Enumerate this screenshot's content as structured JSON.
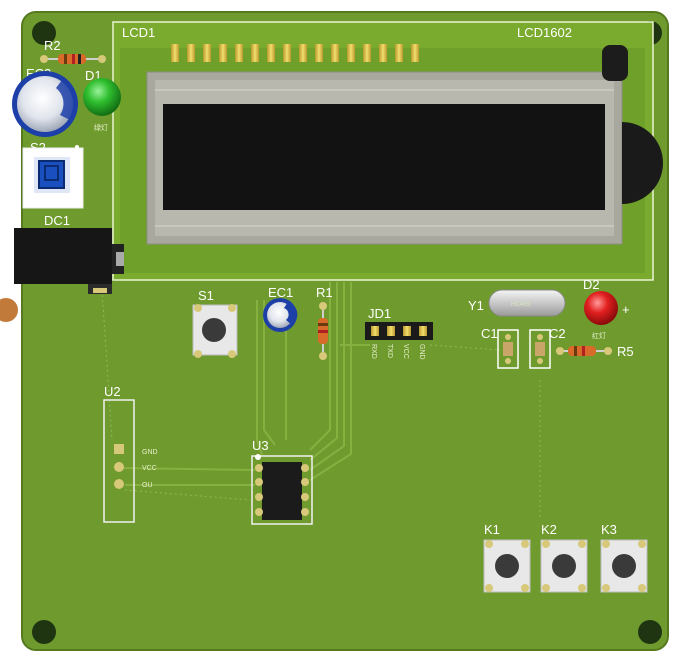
{
  "board": {
    "colors": {
      "pcb": "#6f9b2e",
      "pcb_edge": "#5a8226",
      "trace": "#86b040",
      "pad": "#d8c879",
      "lcd_frame": "#a8a89e",
      "lcd_screen": "#121212",
      "led_green": "#2fbf2f",
      "led_red": "#e32020",
      "button_blue": "#1a4fbf"
    }
  },
  "labels": {
    "lcd_ref": "LCD1",
    "lcd_model": "LCD1602",
    "r2": "R2",
    "ec2": "EC2",
    "d1": "D1",
    "d1_sub": "绿灯",
    "s2": "S2",
    "dc1": "DC1",
    "s1": "S1",
    "ec1": "EC1",
    "r1": "R1",
    "jd1": "JD1",
    "jd1_pins": [
      "RXD",
      "TXD",
      "VCC",
      "GND"
    ],
    "y1": "Y1",
    "y1_marking": "HC49S",
    "d2": "D2",
    "d2_sub": "红灯",
    "d2_plus": "+",
    "c1": "C1",
    "c2": "C2",
    "r5": "R5",
    "u2": "U2",
    "u2_pins": [
      "GND",
      "VCC",
      "OU"
    ],
    "u3": "U3",
    "k1": "K1",
    "k2": "K2",
    "k3": "K3"
  }
}
